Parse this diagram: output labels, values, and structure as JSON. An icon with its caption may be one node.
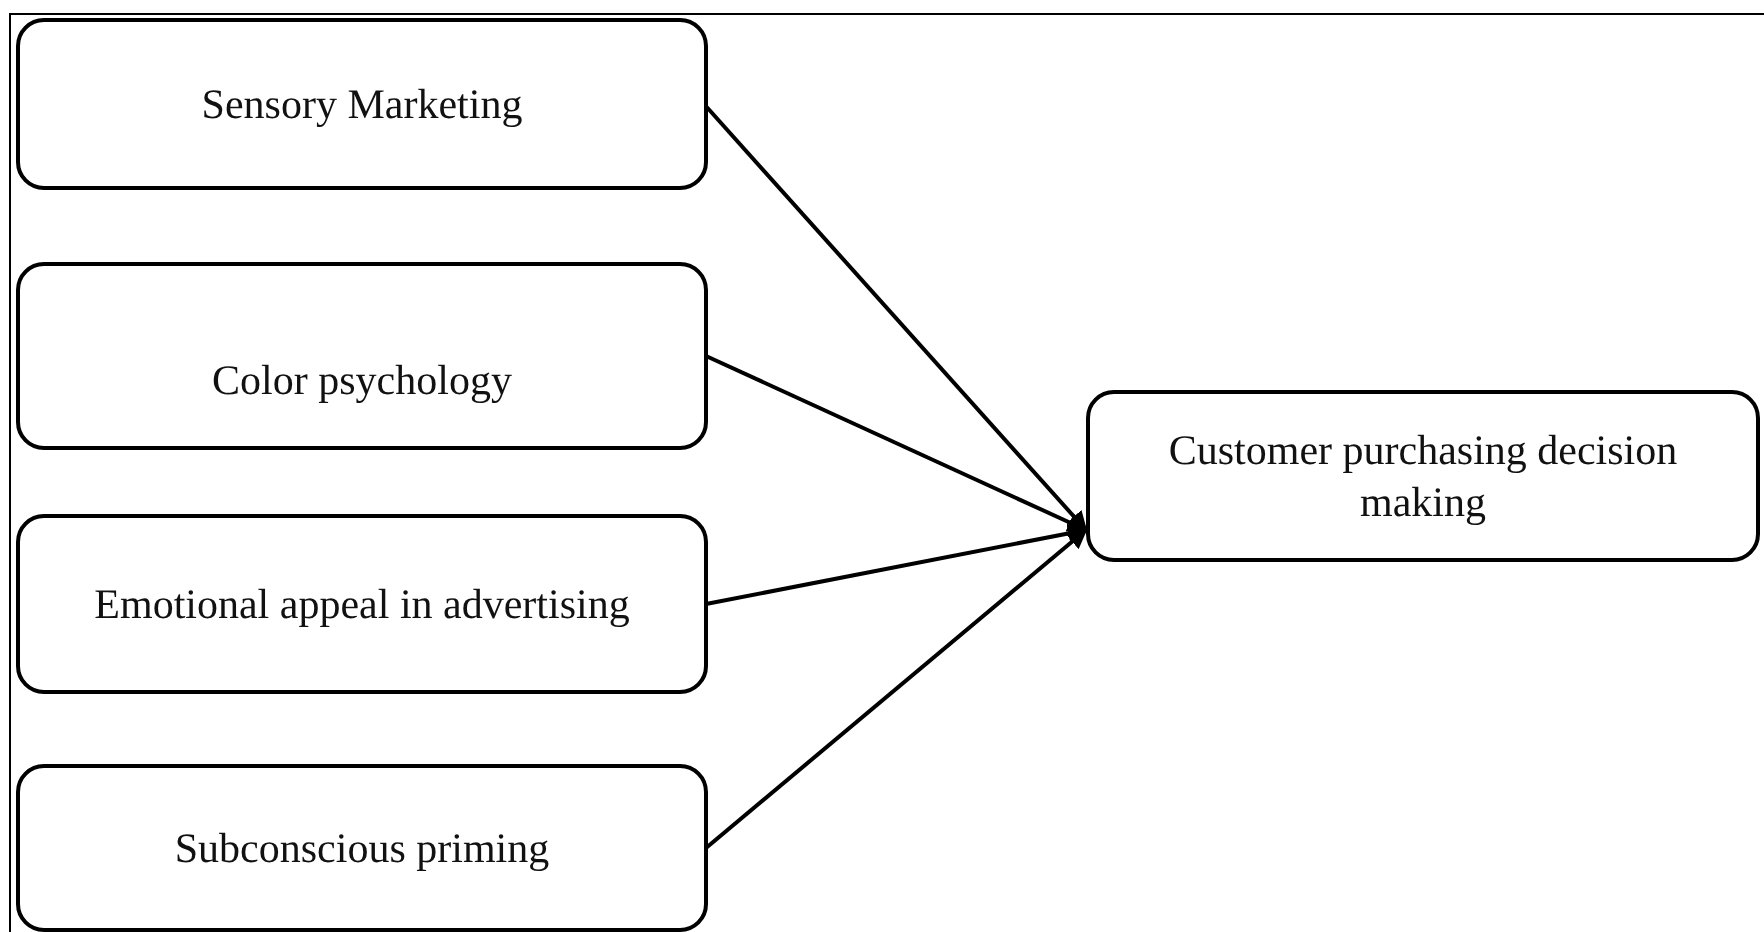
{
  "diagram": {
    "nodes": [
      {
        "text": [
          "Sensory Marketing"
        ]
      },
      {
        "text": [
          "Color psychology"
        ]
      },
      {
        "text": [
          "Emotional appeal in advertising"
        ]
      },
      {
        "text": [
          "Subconscious priming"
        ]
      },
      {
        "text": [
          "Customer purchasing decision making"
        ]
      }
    ],
    "edges": [
      {
        "from": 0,
        "to": 4,
        "arrow": "to"
      },
      {
        "from": 1,
        "to": 4,
        "arrow": "to"
      },
      {
        "from": 2,
        "to": 4,
        "arrow": "to"
      },
      {
        "from": 3,
        "to": 4,
        "arrow": "to"
      }
    ]
  }
}
